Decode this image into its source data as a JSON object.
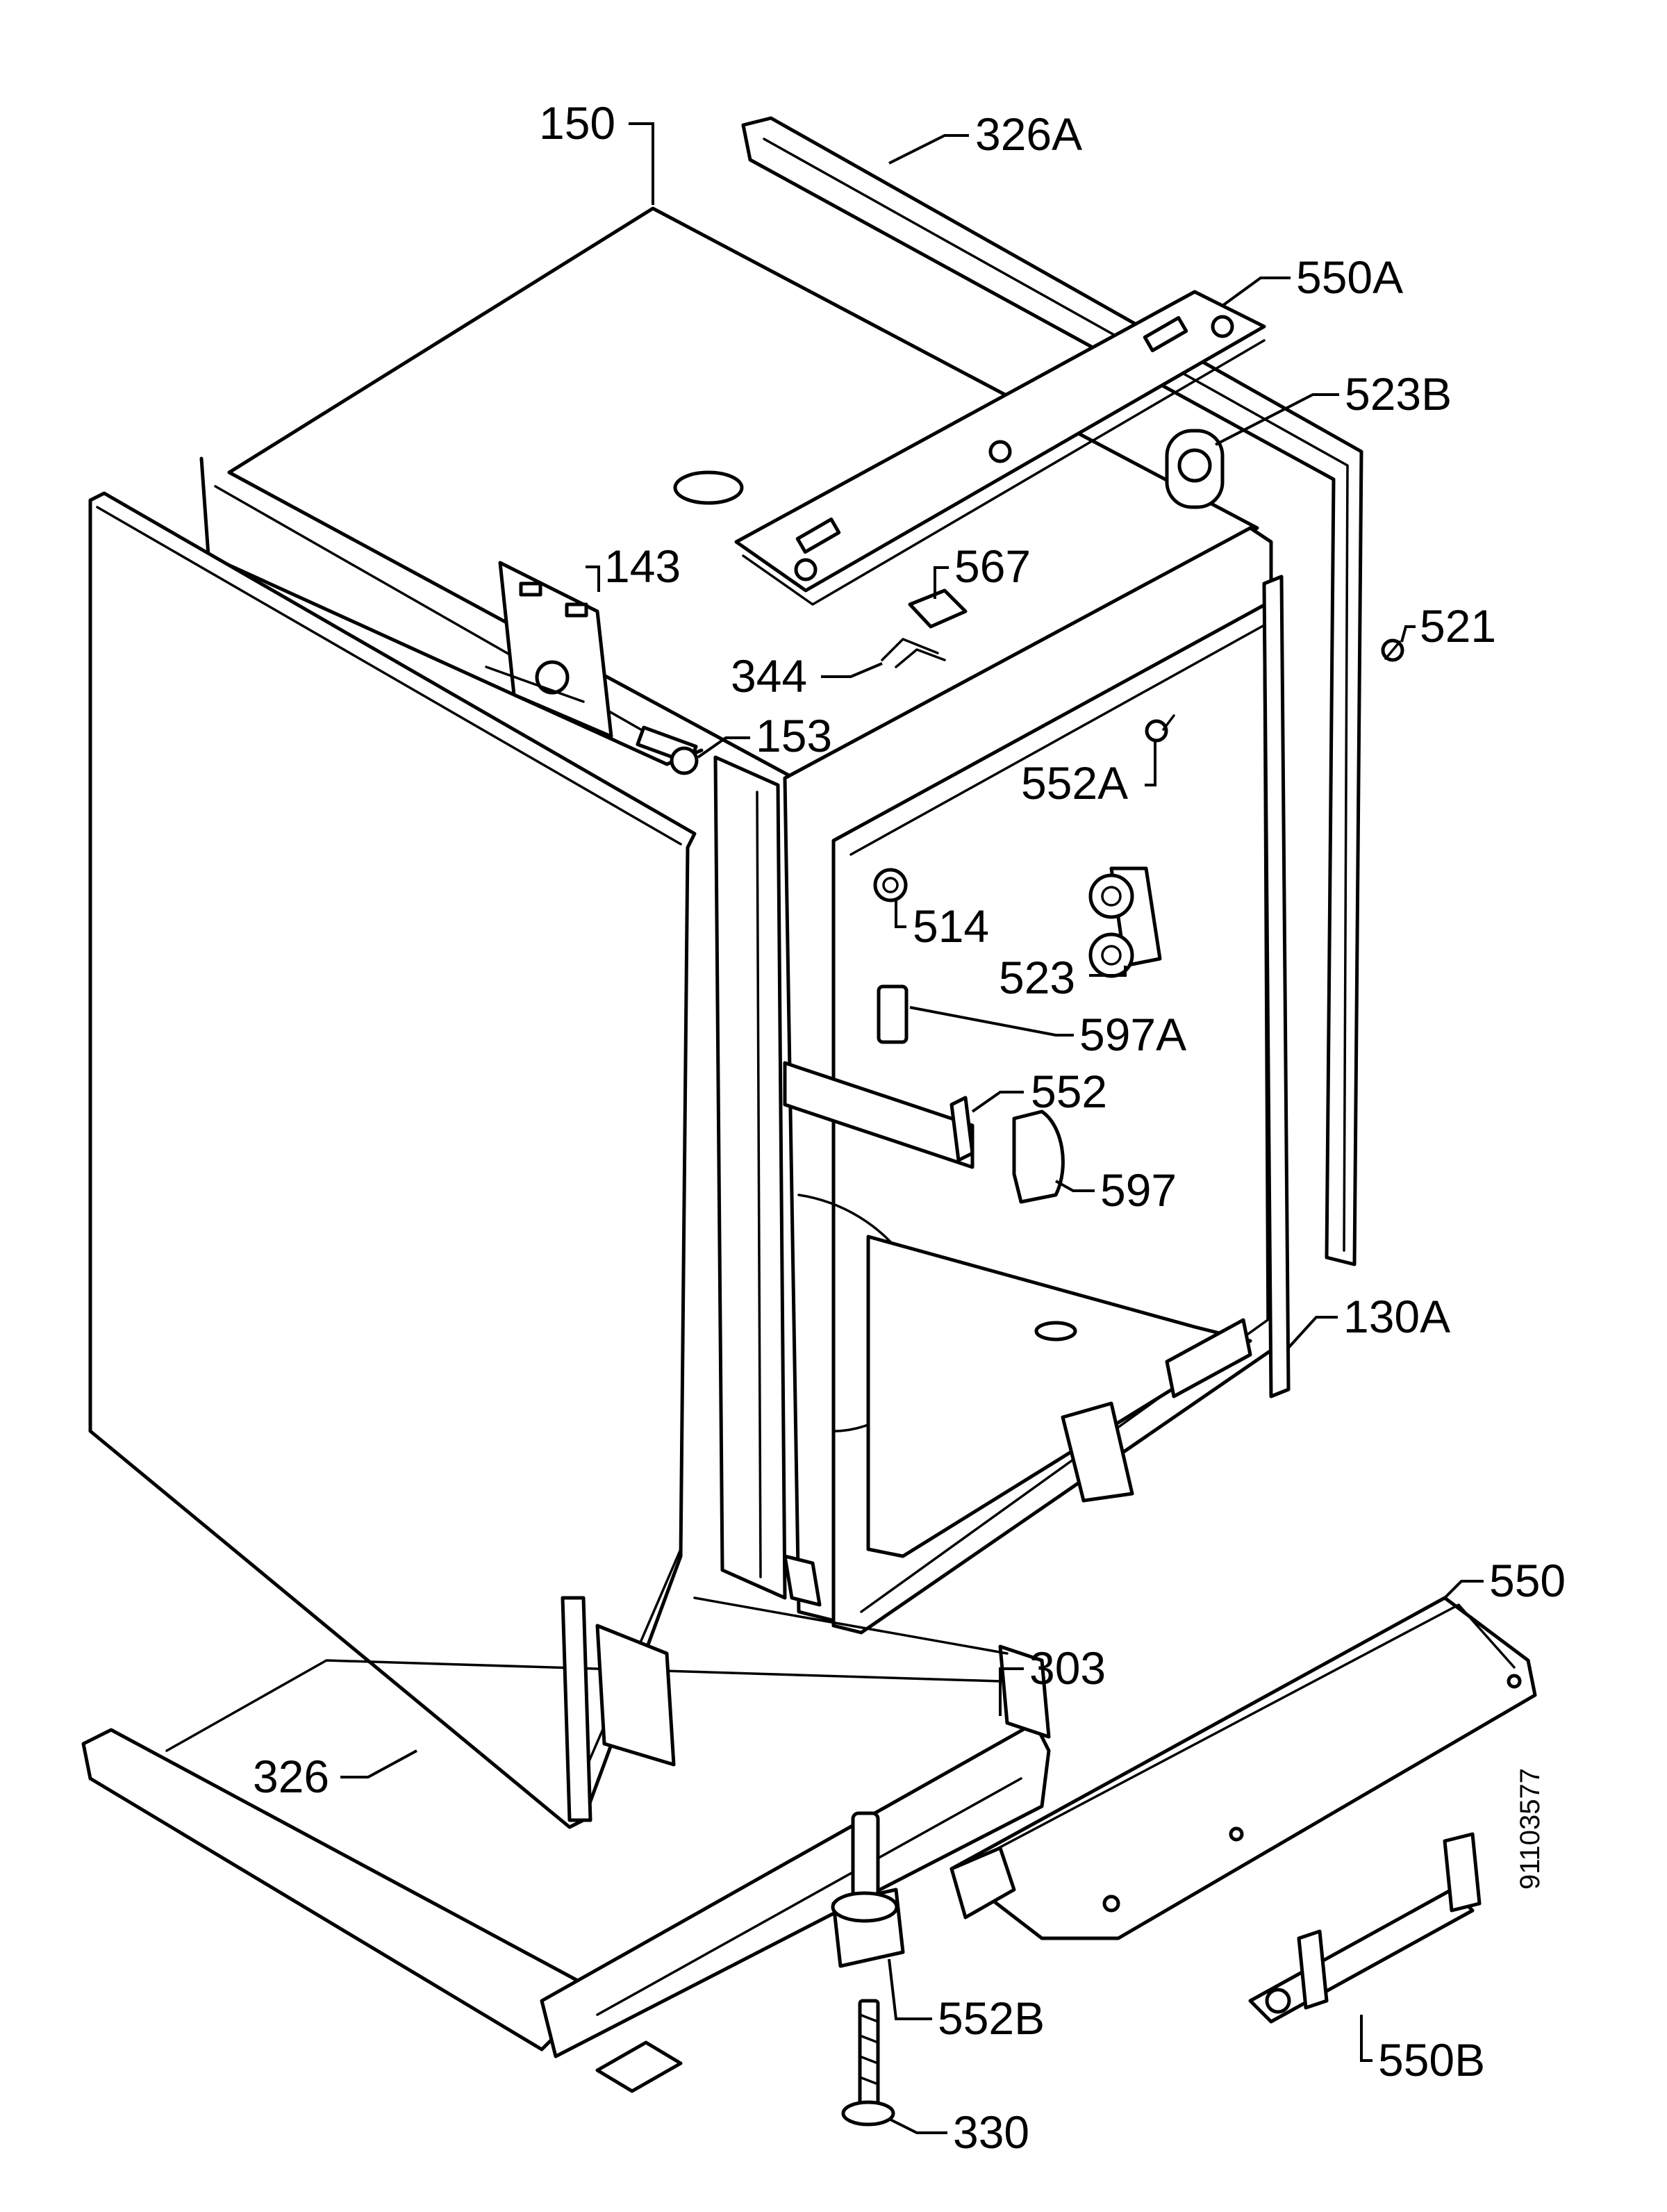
{
  "diagram": {
    "code": "91103577",
    "labels": {
      "p150": "150",
      "p326A": "326A",
      "p550A": "550A",
      "p523B": "523B",
      "p143": "143",
      "p567": "567",
      "p521": "521",
      "p344": "344",
      "p153": "153",
      "p552A": "552A",
      "p514": "514",
      "p523": "523",
      "p597A": "597A",
      "p552": "552",
      "p597": "597",
      "p130A": "130A",
      "p550": "550",
      "p303": "303",
      "p326": "326",
      "p552B": "552B",
      "p550B": "550B",
      "p330": "330"
    }
  }
}
